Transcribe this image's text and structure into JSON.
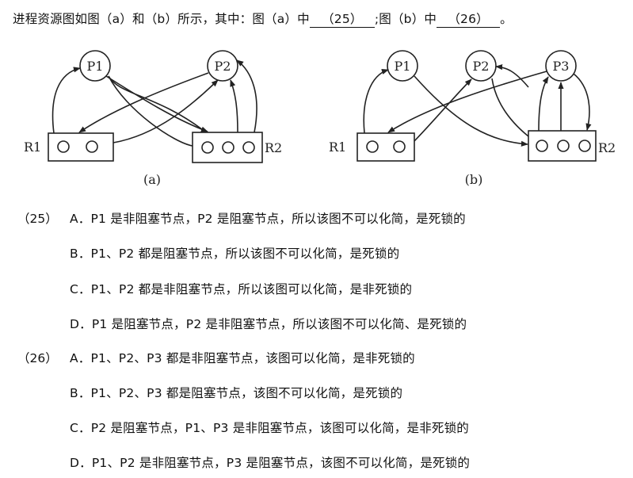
{
  "question": {
    "text_before": "进程资源图如图（a）和（b）所示，其中：图（a）中",
    "blank25": "（25）",
    "text_mid": ";图（b）中",
    "blank26": "（26）",
    "text_end": "。"
  },
  "diagram_a": {
    "caption": "(a)",
    "processes": [
      "P1",
      "P2"
    ],
    "resources": [
      {
        "label": "R1",
        "units": 2
      },
      {
        "label": "R2",
        "units": 3
      }
    ]
  },
  "diagram_b": {
    "caption": "(b)",
    "processes": [
      "P1",
      "P2",
      "P3"
    ],
    "resources": [
      {
        "label": "R1",
        "units": 2
      },
      {
        "label": "R2",
        "units": 3
      }
    ]
  },
  "q25": {
    "number": "（25）",
    "options": [
      "A．P1 是非阻塞节点，P2 是阻塞节点，所以该图不可以化简，是死锁的",
      "B．P1、P2 都是阻塞节点，所以该图不可以化简，是死锁的",
      "C．P1、P2 都是非阻塞节点，所以该图可以化简，是非死锁的",
      "D．P1 是阻塞节点，P2 是非阻塞节点，所以该图不可以化简、是死锁的"
    ]
  },
  "q26": {
    "number": "（26）",
    "options": [
      "A．P1、P2、P3 都是非阻塞节点，该图可以化简，是非死锁的",
      "B．P1、P2、P3 都是阻塞节点，该图不可以化简，是死锁的",
      "C．P2 是阻塞节点，P1、P3 是非阻塞节点，该图可以化简，是非死锁的",
      "D．P1、P2 是非阻塞节点，P3 是阻塞节点，该图不可以化简，是死锁的"
    ]
  }
}
